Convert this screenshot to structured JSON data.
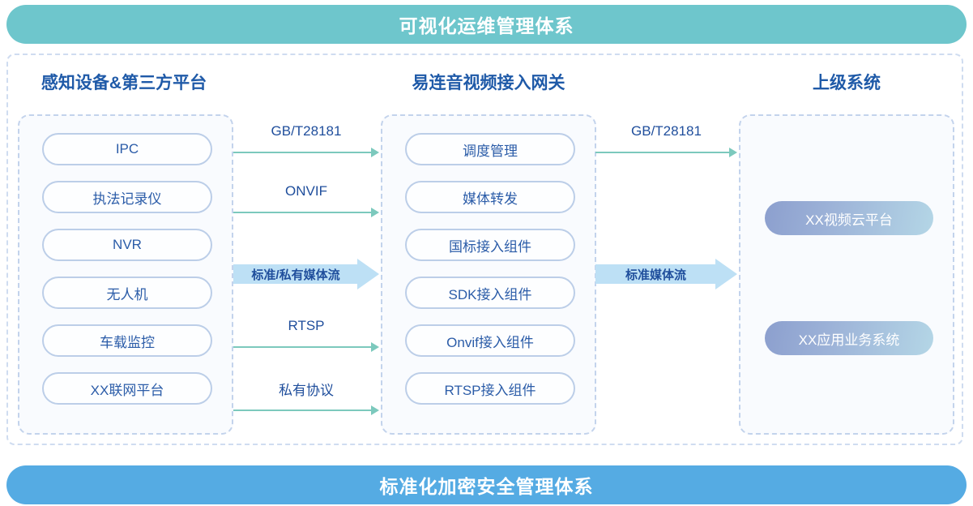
{
  "banners": {
    "top": "可视化运维管理体系",
    "bottom": "标准化加密安全管理体系",
    "top_color": "#6ec6cc",
    "bottom_color": "#55abe3"
  },
  "columns": {
    "left": {
      "header": "感知设备&第三方平台",
      "items": [
        {
          "label": "IPC"
        },
        {
          "label": "执法记录仪"
        },
        {
          "label": "NVR"
        },
        {
          "label": "无人机"
        },
        {
          "label": "车载监控"
        },
        {
          "label": "XX联网平台"
        }
      ]
    },
    "middle": {
      "header": "易连音视频接入网关",
      "items": [
        {
          "label": "调度管理"
        },
        {
          "label": "媒体转发"
        },
        {
          "label": "国标接入组件"
        },
        {
          "label": "SDK接入组件"
        },
        {
          "label": "Onvif接入组件"
        },
        {
          "label": "RTSP接入组件"
        }
      ]
    },
    "right": {
      "header": "上级系统",
      "items": [
        {
          "label": "XX视频云平台"
        },
        {
          "label": "XX应用业务系统"
        }
      ]
    }
  },
  "connectors": {
    "left_to_middle": [
      {
        "label": "GB/T28181",
        "style": "thin"
      },
      {
        "label": "ONVIF",
        "style": "thin"
      },
      {
        "label": "标准/私有媒体流",
        "style": "block"
      },
      {
        "label": "RTSP",
        "style": "thin"
      },
      {
        "label": "私有协议",
        "style": "thin"
      }
    ],
    "middle_to_right": [
      {
        "label": "GB/T28181",
        "style": "thin"
      },
      {
        "label": "标准媒体流",
        "style": "block"
      }
    ]
  },
  "colors": {
    "accent_blue": "#1f5aa8",
    "pill_text": "#2b5ca8",
    "pill_border": "#bccee8",
    "arrow_teal": "#7cc9bd",
    "arrow_block": "#bde0f5",
    "dashed_border": "#c3d3ec"
  }
}
